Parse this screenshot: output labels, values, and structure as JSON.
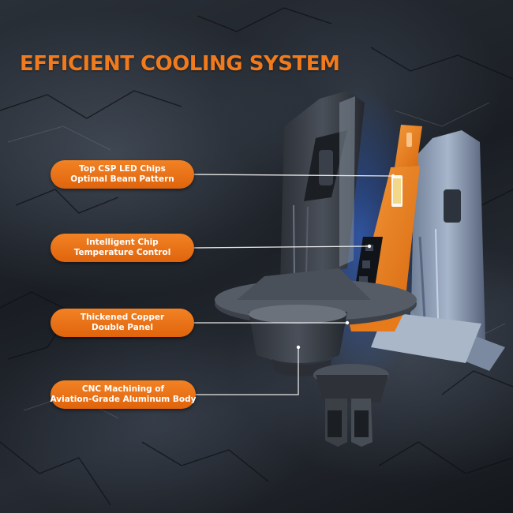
{
  "title": "EFFICIENT COOLING SYSTEM",
  "callouts": [
    {
      "line1": "Top CSP LED Chips",
      "line2": "Optimal Beam Pattern"
    },
    {
      "line1": "Intelligent Chip",
      "line2": "Temperature Control"
    },
    {
      "line1": "Thickened Copper",
      "line2": "Double Panel"
    },
    {
      "line1": "CNC Machining of",
      "line2": "Aviation-Grade Aluminum Body"
    }
  ],
  "colors": {
    "accent": "#f07a1c",
    "background": "#1c2027",
    "aluminum": "#7f8fa6",
    "copper_panel": "#e8821f",
    "glow": "#3a6cff"
  },
  "icons": [
    "led-bulb-illustration",
    "heatsink-exploded-view"
  ]
}
